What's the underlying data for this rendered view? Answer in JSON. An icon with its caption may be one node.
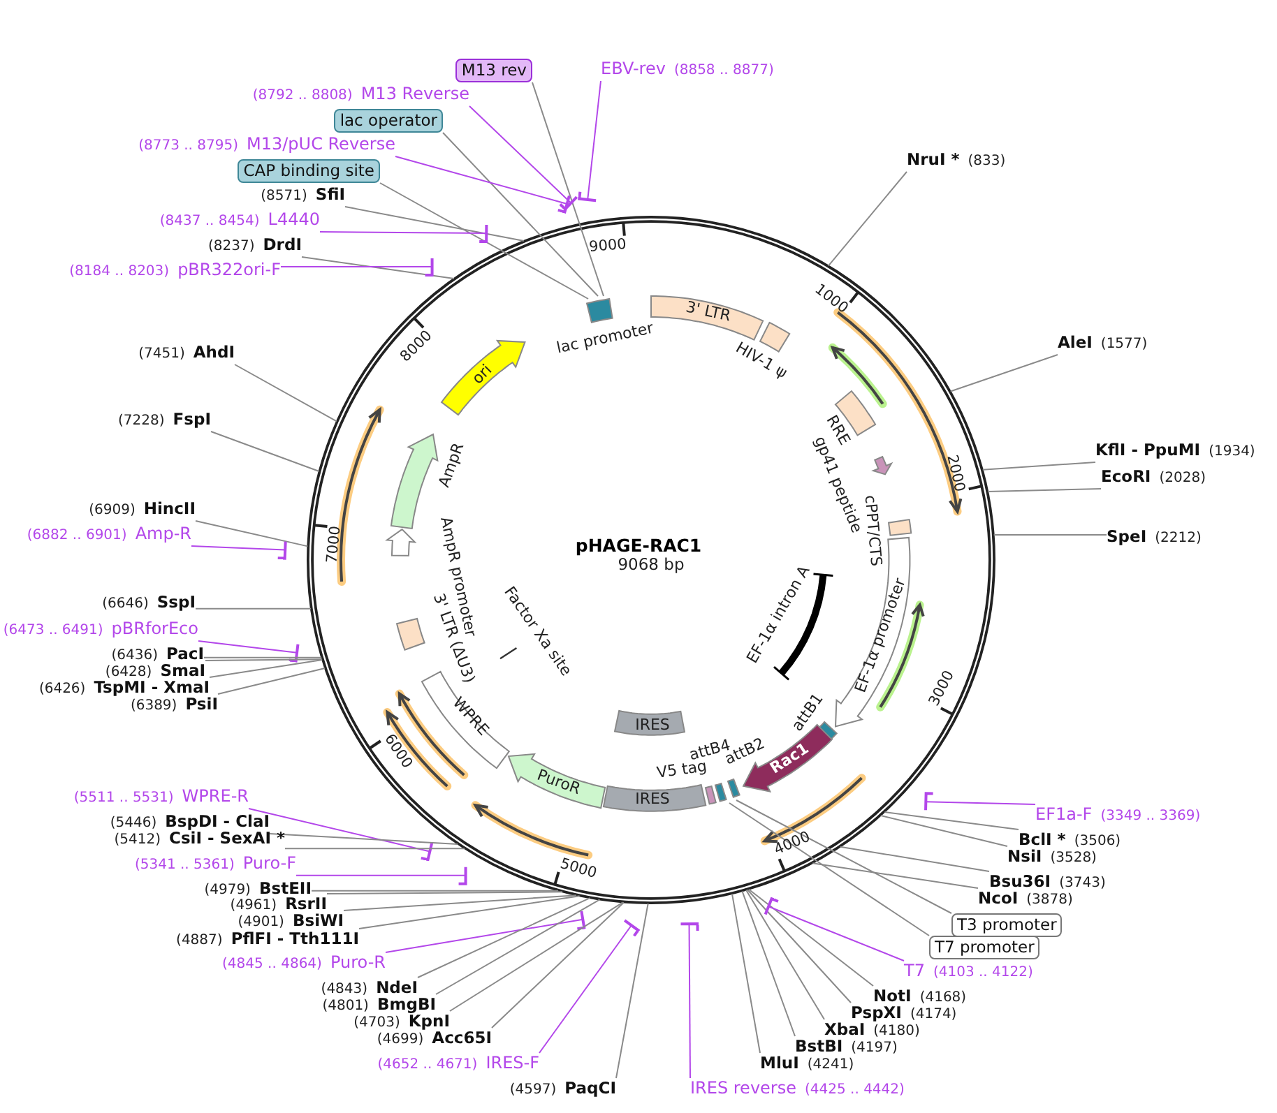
{
  "diagram": {
    "title": "pHAGE-RAC1",
    "nodes": [
      {
        "text": [
          "M13 rev"
        ]
      },
      {
        "text": [
          "EBV-rev",
          "(8858 .. 8877)"
        ]
      },
      {
        "text": [
          "(8792 .. 8808)",
          "M13 Reverse"
        ]
      },
      {
        "text": [
          "lac operator"
        ]
      },
      {
        "text": [
          "(8773 .. 8795)",
          "M13/pUC Reverse"
        ]
      },
      {
        "text": [
          "CAP binding site"
        ]
      },
      {
        "text": [
          "(8571)",
          "SfiI"
        ]
      },
      {
        "text": [
          "(8437 .. 8454)",
          "L4440"
        ]
      },
      {
        "text": [
          "(8237)",
          "DrdI"
        ]
      },
      {
        "text": [
          "(8184 .. 8203)",
          "pBR322ori-F"
        ]
      },
      {
        "text": [
          "(7451)",
          "AhdI"
        ]
      },
      {
        "text": [
          "(7228)",
          "FspI"
        ]
      },
      {
        "text": [
          "(6909)",
          "HincII"
        ]
      },
      {
        "text": [
          "(6882 .. 6901)",
          "Amp-R"
        ]
      },
      {
        "text": [
          "(6646)",
          "SspI"
        ]
      },
      {
        "text": [
          "(6473 .. 6491)",
          "pBRforEco"
        ]
      },
      {
        "text": [
          "(6436)",
          "PacI"
        ]
      },
      {
        "text": [
          "(6428)",
          "SmaI"
        ]
      },
      {
        "text": [
          "(6426)",
          "TspMI - XmaI"
        ]
      },
      {
        "text": [
          "(6389)",
          "PsiI"
        ]
      },
      {
        "text": [
          "(5511 .. 5531)",
          "WPRE-R"
        ]
      },
      {
        "text": [
          "(5446)",
          "BspDI - ClaI"
        ]
      },
      {
        "text": [
          "(5412)",
          "CsiI - SexAI *"
        ]
      },
      {
        "text": [
          "(5341 .. 5361)",
          "Puro-F"
        ]
      },
      {
        "text": [
          "(4979)",
          "BstEII"
        ]
      },
      {
        "text": [
          "(4961)",
          "RsrII"
        ]
      },
      {
        "text": [
          "(4901)",
          "BsiWI"
        ]
      },
      {
        "text": [
          "(4887)",
          "PflFI - Tth111I"
        ]
      },
      {
        "text": [
          "(4845 .. 4864)",
          "Puro-R"
        ]
      },
      {
        "text": [
          "(4843)",
          "NdeI"
        ]
      },
      {
        "text": [
          "(4801)",
          "BmgBI"
        ]
      },
      {
        "text": [
          "(4703)",
          "KpnI"
        ]
      },
      {
        "text": [
          "(4699)",
          "Acc65I"
        ]
      },
      {
        "text": [
          "(4652 .. 4671)",
          "IRES-F"
        ]
      },
      {
        "text": [
          "(4597)",
          "PaqCI"
        ]
      },
      {
        "text": [
          "IRES reverse",
          "(4425 .. 4442)"
        ]
      },
      {
        "text": [
          "MluI",
          "(4241)"
        ]
      },
      {
        "text": [
          "BstBI",
          "(4197)"
        ]
      },
      {
        "text": [
          "XbaI",
          "(4180)"
        ]
      },
      {
        "text": [
          "PspXI",
          "(4174)"
        ]
      },
      {
        "text": [
          "NotI",
          "(4168)"
        ]
      },
      {
        "text": [
          "T7",
          "(4103 .. 4122)"
        ]
      },
      {
        "text": [
          "T7 promoter"
        ]
      },
      {
        "text": [
          "T3 promoter"
        ]
      },
      {
        "text": [
          "NcoI",
          "(3878)"
        ]
      },
      {
        "text": [
          "Bsu36I",
          "(3743)"
        ]
      },
      {
        "text": [
          "NsiI",
          "(3528)"
        ]
      },
      {
        "text": [
          "BclI *",
          "(3506)"
        ]
      },
      {
        "text": [
          "EF1a-F",
          "(3349 .. 3369)"
        ]
      },
      {
        "text": [
          "SpeI",
          "(2212)"
        ]
      },
      {
        "text": [
          "EcoRI",
          "(2028)"
        ]
      },
      {
        "text": [
          "KflI - PpuMI",
          "(1934)"
        ]
      },
      {
        "text": [
          "AleI",
          "(1577)"
        ]
      },
      {
        "text": [
          "NruI *",
          "(833)"
        ]
      },
      {
        "text": [
          "3' LTR"
        ]
      },
      {
        "text": [
          "HIV-1 ψ"
        ]
      },
      {
        "text": [
          "RRE"
        ]
      },
      {
        "text": [
          "gp41 peptide"
        ]
      },
      {
        "text": [
          "cPPT/CTS"
        ]
      },
      {
        "text": [
          "EF-1α promoter"
        ]
      },
      {
        "text": [
          "EF-1α intron A"
        ]
      },
      {
        "text": [
          "attB1"
        ]
      },
      {
        "text": [
          "Rac1"
        ]
      },
      {
        "text": [
          "attB2"
        ]
      },
      {
        "text": [
          "attB4"
        ]
      },
      {
        "text": [
          "V5 tag"
        ]
      },
      {
        "text": [
          "IRES"
        ]
      },
      {
        "text": [
          "PuroR"
        ]
      },
      {
        "text": [
          "WPRE"
        ]
      },
      {
        "text": [
          "3' LTR (ΔU3)"
        ]
      },
      {
        "text": [
          "AmpR promoter"
        ]
      },
      {
        "text": [
          "AmpR"
        ]
      },
      {
        "text": [
          "ori"
        ]
      },
      {
        "text": [
          "lac promoter"
        ]
      },
      {
        "text": [
          "Factor Xa site"
        ]
      },
      {
        "text": [
          "IRES"
        ]
      }
    ],
    "edges": [
      {
        "from": 0,
        "to": 73,
        "arrow": "none"
      },
      {
        "from": 1,
        "to": null,
        "arrow": "other",
        "color": "#b347ea"
      },
      {
        "from": 2,
        "to": null,
        "arrow": "other",
        "color": "#b347ea"
      },
      {
        "from": 3,
        "to": 73,
        "arrow": "none"
      },
      {
        "from": 4,
        "to": null,
        "arrow": "other",
        "color": "#b347ea"
      },
      {
        "from": 5,
        "to": 73,
        "arrow": "none"
      },
      {
        "from": 6,
        "to": null,
        "arrow": "none"
      },
      {
        "from": 7,
        "to": null,
        "arrow": "other",
        "color": "#b347ea"
      },
      {
        "from": 8,
        "to": null,
        "arrow": "none"
      },
      {
        "from": 9,
        "to": null,
        "arrow": "other",
        "color": "#b347ea"
      },
      {
        "from": 10,
        "to": null,
        "arrow": "none"
      },
      {
        "from": 11,
        "to": null,
        "arrow": "none"
      },
      {
        "from": 12,
        "to": null,
        "arrow": "none"
      },
      {
        "from": 13,
        "to": null,
        "arrow": "other",
        "color": "#b347ea"
      },
      {
        "from": 14,
        "to": null,
        "arrow": "none"
      },
      {
        "from": 15,
        "to": null,
        "arrow": "other",
        "color": "#b347ea"
      },
      {
        "from": 16,
        "to": null,
        "arrow": "none"
      },
      {
        "from": 17,
        "to": null,
        "arrow": "none"
      },
      {
        "from": 18,
        "to": null,
        "arrow": "none"
      },
      {
        "from": 19,
        "to": null,
        "arrow": "none"
      },
      {
        "from": 20,
        "to": null,
        "arrow": "other",
        "color": "#b347ea"
      },
      {
        "from": 21,
        "to": null,
        "arrow": "none"
      },
      {
        "from": 22,
        "to": null,
        "arrow": "none"
      },
      {
        "from": 23,
        "to": null,
        "arrow": "other",
        "color": "#b347ea"
      },
      {
        "from": 24,
        "to": null,
        "arrow": "none"
      },
      {
        "from": 25,
        "to": null,
        "arrow": "none"
      },
      {
        "from": 26,
        "to": null,
        "arrow": "none"
      },
      {
        "from": 27,
        "to": null,
        "arrow": "none"
      },
      {
        "from": 28,
        "to": null,
        "arrow": "other",
        "color": "#b347ea"
      },
      {
        "from": 29,
        "to": null,
        "arrow": "none"
      },
      {
        "from": 30,
        "to": null,
        "arrow": "none"
      },
      {
        "from": 31,
        "to": null,
        "arrow": "none"
      },
      {
        "from": 32,
        "to": null,
        "arrow": "none"
      },
      {
        "from": 33,
        "to": null,
        "arrow": "other",
        "color": "#b347ea"
      },
      {
        "from": 34,
        "to": null,
        "arrow": "none"
      },
      {
        "from": 35,
        "to": null,
        "arrow": "other",
        "color": "#b347ea"
      },
      {
        "from": 36,
        "to": null,
        "arrow": "none"
      },
      {
        "from": 37,
        "to": null,
        "arrow": "none"
      },
      {
        "from": 38,
        "to": null,
        "arrow": "none"
      },
      {
        "from": 39,
        "to": null,
        "arrow": "none"
      },
      {
        "from": 40,
        "to": null,
        "arrow": "none"
      },
      {
        "from": 41,
        "to": null,
        "arrow": "other",
        "color": "#b347ea"
      },
      {
        "from": 42,
        "to": 64,
        "arrow": "none"
      },
      {
        "from": 43,
        "to": 63,
        "arrow": "none"
      },
      {
        "from": 44,
        "to": null,
        "arrow": "none"
      },
      {
        "from": 45,
        "to": null,
        "arrow": "none"
      },
      {
        "from": 46,
        "to": null,
        "arrow": "none"
      },
      {
        "from": 47,
        "to": null,
        "arrow": "none"
      },
      {
        "from": 48,
        "to": null,
        "arrow": "other",
        "color": "#b347ea"
      },
      {
        "from": 49,
        "to": null,
        "arrow": "none"
      },
      {
        "from": 50,
        "to": null,
        "arrow": "none"
      },
      {
        "from": 51,
        "to": null,
        "arrow": "none"
      },
      {
        "from": 52,
        "to": null,
        "arrow": "none"
      },
      {
        "from": 53,
        "to": null,
        "arrow": "none"
      }
    ],
    "labels": [
      "9068 bp",
      "1000",
      "2000",
      "3000",
      "4000",
      "5000",
      "6000",
      "7000",
      "8000",
      "9000"
    ]
  }
}
